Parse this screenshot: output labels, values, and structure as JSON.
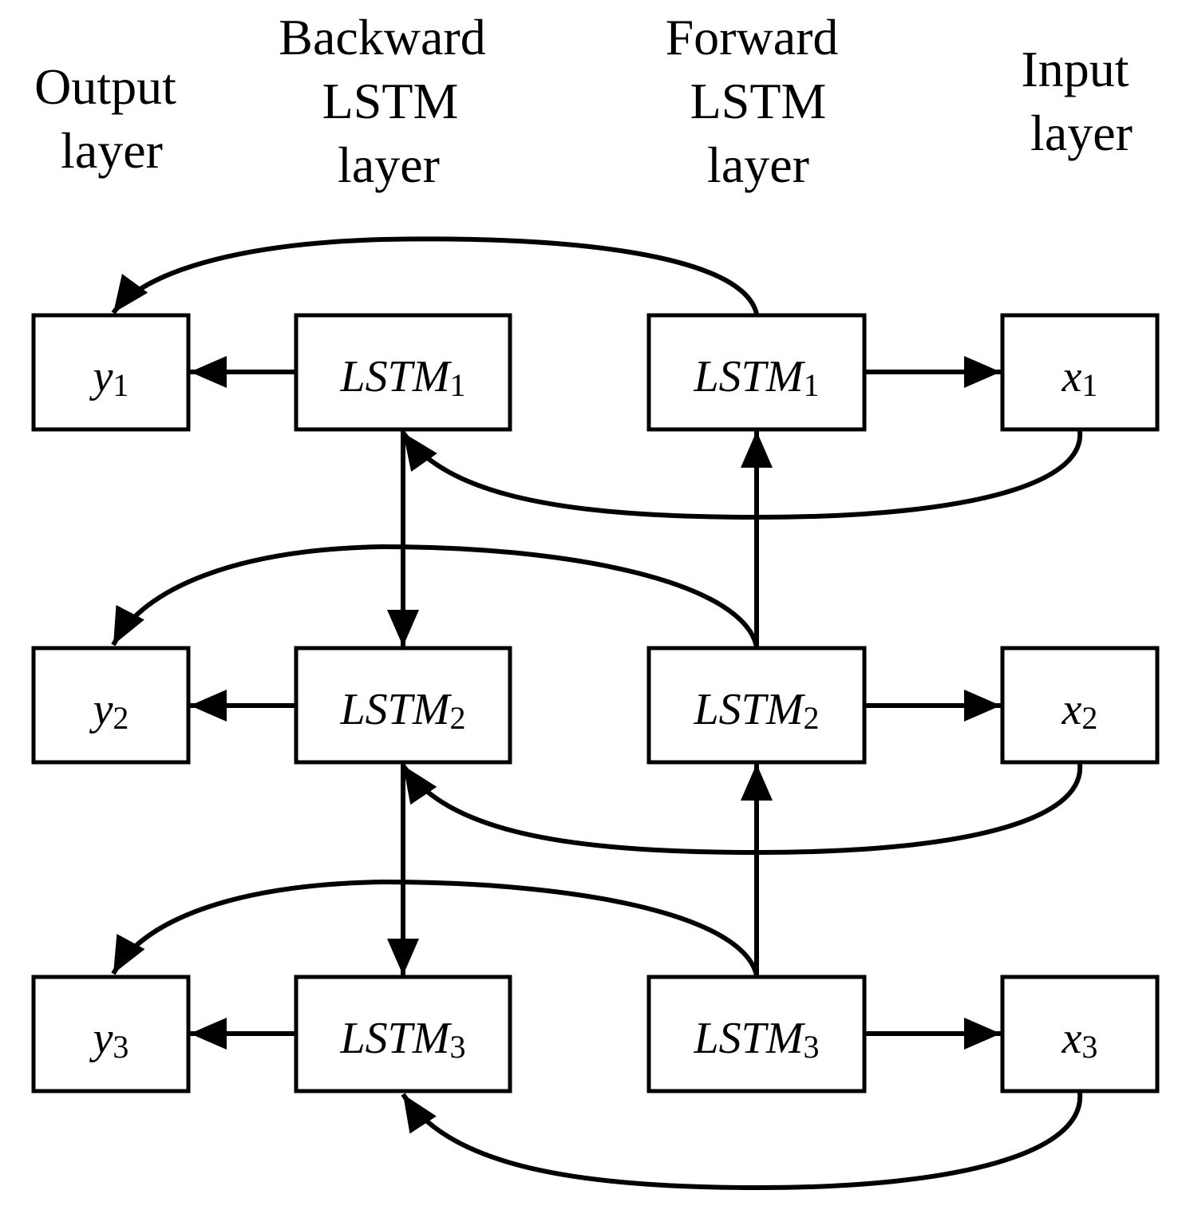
{
  "headers": {
    "output": [
      "Output",
      "layer"
    ],
    "backward": [
      "Backward",
      "LSTM",
      "layer"
    ],
    "forward": [
      "Forward",
      "LSTM",
      "layer"
    ],
    "input": [
      "Input",
      "layer"
    ]
  },
  "rows": [
    {
      "output": {
        "main": "y",
        "sub": "1"
      },
      "backward": {
        "main": "LSTM",
        "sub": "1"
      },
      "forward": {
        "main": "LSTM",
        "sub": "1"
      },
      "input": {
        "main": "x",
        "sub": "1"
      }
    },
    {
      "output": {
        "main": "y",
        "sub": "2"
      },
      "backward": {
        "main": "LSTM",
        "sub": "2"
      },
      "forward": {
        "main": "LSTM",
        "sub": "2"
      },
      "input": {
        "main": "x",
        "sub": "2"
      }
    },
    {
      "output": {
        "main": "y",
        "sub": "3"
      },
      "backward": {
        "main": "LSTM",
        "sub": "3"
      },
      "forward": {
        "main": "LSTM",
        "sub": "3"
      },
      "input": {
        "main": "x",
        "sub": "3"
      }
    }
  ]
}
